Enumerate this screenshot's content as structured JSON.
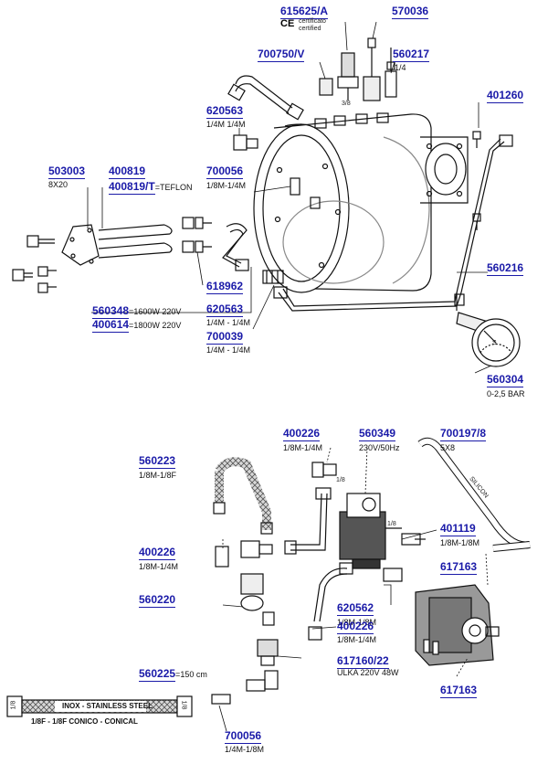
{
  "top": {
    "p615625": {
      "code": "615625/A",
      "cert1": "certificato",
      "cert2": "certified",
      "ce": "CE"
    },
    "p570036": {
      "code": "570036"
    },
    "p700750": {
      "code": "700750/V",
      "note": "3/8"
    },
    "p560217": {
      "code": "560217",
      "desc": "1/4"
    },
    "p620563a": {
      "code": "620563",
      "desc": "1/4M 1/4M"
    },
    "p401260": {
      "code": "401260"
    },
    "p503003": {
      "code": "503003",
      "desc": "8X20"
    },
    "p400819": {
      "code": "400819"
    },
    "p400819t": {
      "code": "400819/T",
      "eq": "=",
      "desc": "TEFLON"
    },
    "p700056a": {
      "code": "700056",
      "desc": "1/8M-1/4M"
    },
    "p560216": {
      "code": "560216"
    },
    "p618962": {
      "code": "618962"
    },
    "p560348": {
      "code": "560348",
      "eq": "=",
      "desc": "1600W 220V"
    },
    "p400614": {
      "code": "400614",
      "eq": "=",
      "desc": "1800W 220V"
    },
    "p620563b": {
      "code": "620563",
      "desc": "1/4M - 1/4M"
    },
    "p700039": {
      "code": "700039",
      "desc": "1/4M - 1/4M"
    },
    "p560304": {
      "code": "560304",
      "desc": "0-2,5 BAR"
    },
    "gauge_scale": "S"
  },
  "bottom": {
    "p400226a": {
      "code": "400226",
      "desc": "1/8M-1/4M",
      "note": "1/8"
    },
    "p560349": {
      "code": "560349",
      "desc": "230V/50Hz"
    },
    "p700197": {
      "code": "700197/8",
      "desc": "5X8",
      "hose_text": "SILICON"
    },
    "p560223": {
      "code": "560223",
      "desc": "1/8M-1/8F"
    },
    "p401119": {
      "code": "401119",
      "desc": "1/8M-1/8M",
      "note": "1/8"
    },
    "p400226b": {
      "code": "400226",
      "desc": "1/8M-1/4M"
    },
    "p617163a": {
      "code": "617163"
    },
    "p560220": {
      "code": "560220"
    },
    "p620562": {
      "code": "620562",
      "desc": "1/8M-1/8M"
    },
    "p400226c": {
      "code": "400226",
      "desc": "1/8M-1/4M"
    },
    "p617160": {
      "code": "617160/22",
      "desc": "ULKA 220V 48W"
    },
    "p560225": {
      "code": "560225",
      "eq": "=",
      "desc": "150 cm"
    },
    "p617163b": {
      "code": "617163"
    },
    "hose": {
      "band": "INOX - STAINLESS STEEL",
      "caption": "1/8F - 1/8F CONICO - CONICAL",
      "end_l": "1/8",
      "end_r": "1/8"
    },
    "p700056b": {
      "code": "700056",
      "desc": "1/4M-1/8M"
    }
  }
}
